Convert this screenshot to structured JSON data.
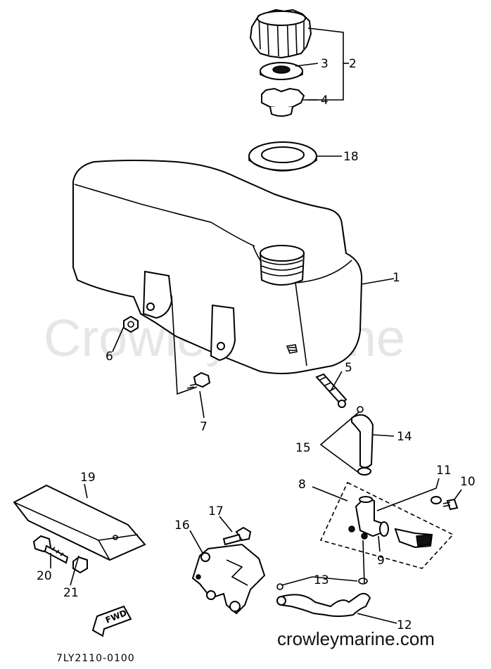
{
  "watermark": "Crowley Marine",
  "site_label": "crowleymarine.com",
  "diagram_code": "7LY2110-0100",
  "fwd_label": "FWD",
  "callouts": [
    "1",
    "2",
    "3",
    "4",
    "5",
    "6",
    "7",
    "8",
    "9",
    "10",
    "11",
    "12",
    "13",
    "14",
    "15",
    "16",
    "17",
    "18",
    "19",
    "20",
    "21"
  ]
}
